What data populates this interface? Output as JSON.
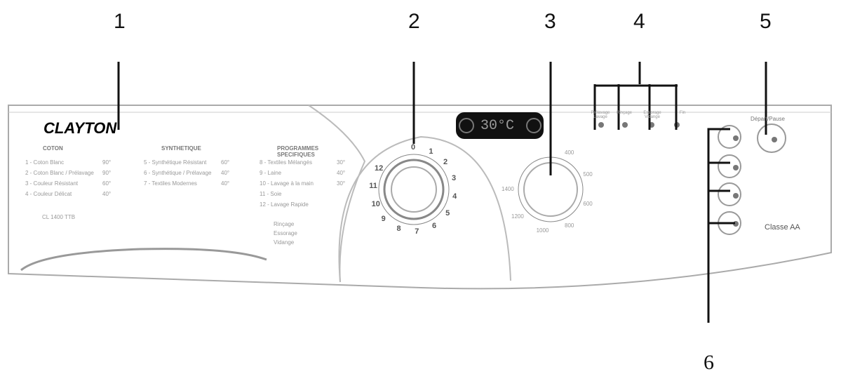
{
  "callouts": [
    "1",
    "2",
    "3",
    "4",
    "5",
    "6"
  ],
  "brand": "CLAYTON",
  "model": "CL 1400 TTB",
  "display": "30°C",
  "groups": [
    {
      "title": "COTON",
      "items": [
        {
          "label": "1 - Coton Blanc",
          "temp": "90°"
        },
        {
          "label": "2 - Coton Blanc / Prélavage",
          "temp": "90°"
        },
        {
          "label": "3 - Couleur Résistant",
          "temp": "60°"
        },
        {
          "label": "4 - Couleur Délicat",
          "temp": "40°"
        }
      ]
    },
    {
      "title": "SYNTHETIQUE",
      "items": [
        {
          "label": "5 - Synthétique Résistant",
          "temp": "60°"
        },
        {
          "label": "6 - Synthétique / Prélavage",
          "temp": "40°"
        },
        {
          "label": "7 - Textiles Modernes",
          "temp": "40°"
        }
      ]
    },
    {
      "title": "PROGRAMMES SPECIFIQUES",
      "items": [
        {
          "label": "8 - Textiles Mélangés",
          "temp": "30°"
        },
        {
          "label": "9 - Laine",
          "temp": "40°"
        },
        {
          "label": "10 - Lavage à la main",
          "temp": "30°"
        },
        {
          "label": "11 - Soie",
          "temp": ""
        },
        {
          "label": "12 - Lavage Rapide",
          "temp": ""
        }
      ]
    }
  ],
  "phases": [
    "Rinçage",
    "Essorage",
    "Vidange"
  ],
  "program_dial": [
    "0",
    "1",
    "2",
    "3",
    "4",
    "5",
    "6",
    "7",
    "8",
    "9",
    "10",
    "11",
    "12"
  ],
  "spin_dial": [
    "400",
    "500",
    "600",
    "800",
    "1000",
    "1200",
    "1400"
  ],
  "indicators": [
    "Prélavage Lavage",
    "Rinçage",
    "Essorage Vidange",
    "Fin"
  ],
  "start_label": "Départ/Pause",
  "energy_class": "Classe AA"
}
